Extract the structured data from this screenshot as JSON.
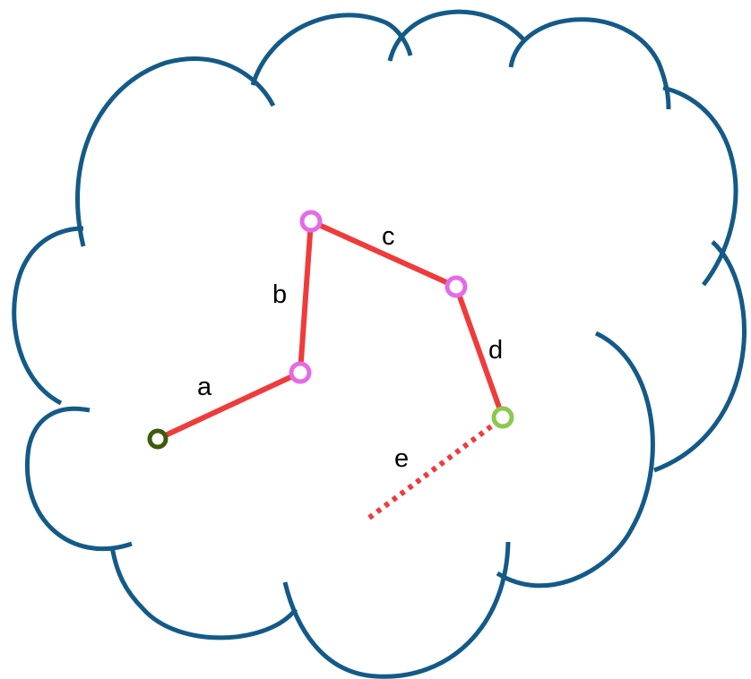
{
  "colors": {
    "cloud": "#135a88",
    "segment": "#ef3b3b",
    "start_node": "#3e5a0f",
    "waypoint_node": "#e36be8",
    "end_node": "#8dc84e"
  },
  "diagram": {
    "shape": "cloud",
    "segments": [
      {
        "label": "a",
        "style": "solid"
      },
      {
        "label": "b",
        "style": "solid"
      },
      {
        "label": "c",
        "style": "solid"
      },
      {
        "label": "d",
        "style": "solid"
      },
      {
        "label": "e",
        "style": "dotted"
      }
    ],
    "nodes": [
      {
        "role": "start"
      },
      {
        "role": "waypoint"
      },
      {
        "role": "waypoint"
      },
      {
        "role": "waypoint"
      },
      {
        "role": "end"
      }
    ]
  }
}
